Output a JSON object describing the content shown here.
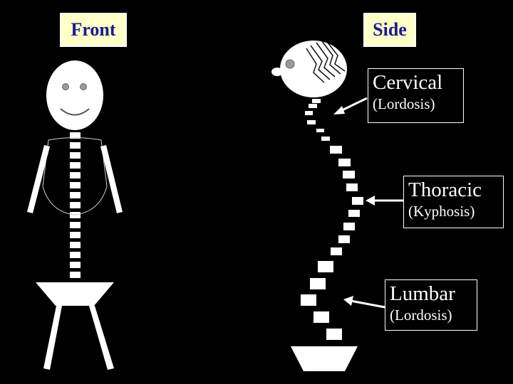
{
  "front_view": {
    "title": "Front"
  },
  "side_view": {
    "title": "Side"
  },
  "regions": [
    {
      "name": "Cervical",
      "curve": "(Lordosis)"
    },
    {
      "name": "Thoracic",
      "curve": "(Kyphosis)"
    },
    {
      "name": "Lumbar",
      "curve": "(Lordosis)"
    }
  ],
  "colors": {
    "background": "#000000",
    "figure": "#ffffff",
    "title_box_fill": "#ffffc8",
    "title_text": "#1a1a8c",
    "face_features": "#808080"
  }
}
